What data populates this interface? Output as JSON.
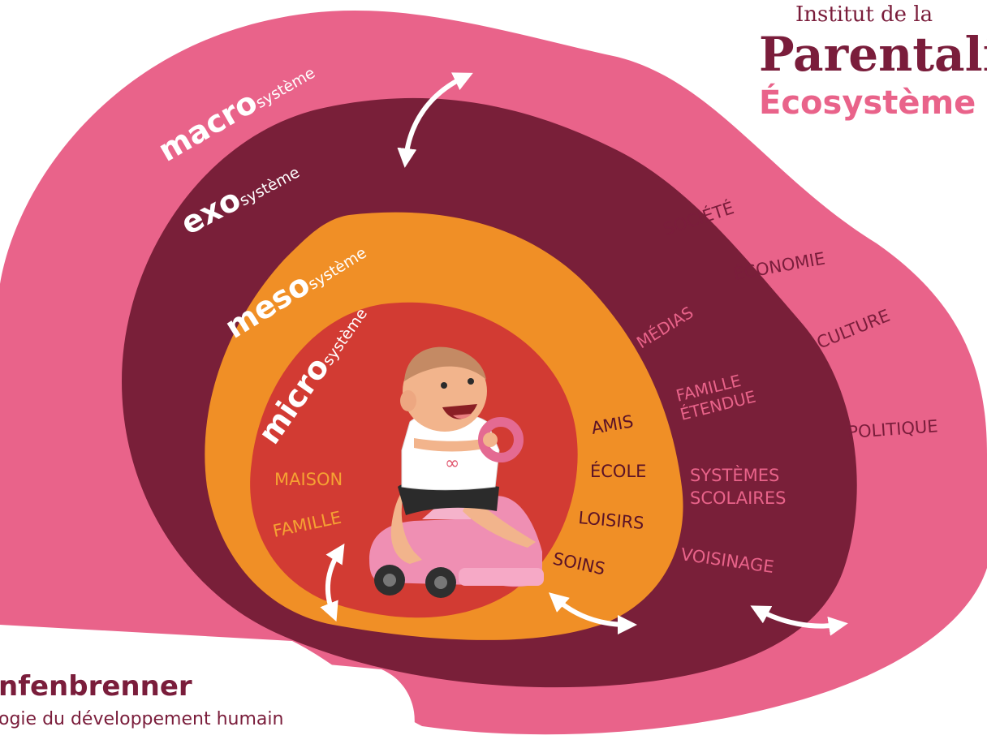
{
  "brand": {
    "line1": "Institut de la",
    "line2": "Parentalit",
    "line3": "Écosystème"
  },
  "layers": {
    "macro": {
      "prefix": "macro",
      "suffix": "système",
      "items": [
        "SOCIÉTÉ",
        "ÉCONOMIE",
        "CULTURE",
        "POLITIQUE"
      ]
    },
    "exo": {
      "prefix": "exo",
      "suffix": "système",
      "items": [
        "MÉDIAS",
        "FAMILLE",
        "ÉTENDUE",
        "SYSTÈMES",
        "SCOLAIRES",
        "VOISINAGE"
      ]
    },
    "meso": {
      "prefix": "meso",
      "suffix": "système",
      "items": [
        "AMIS",
        "ÉCOLE",
        "LOISIRS",
        "SOINS"
      ]
    },
    "micro": {
      "prefix": "micro",
      "suffix": "système",
      "items": [
        "MAISON",
        "FAMILLE"
      ]
    }
  },
  "caption": {
    "title": "nfenbrenner",
    "subtitle": "ogie du développement humain"
  },
  "colors": {
    "macro": "#e9638a",
    "exo": "#791f39",
    "meso": "#f08f26",
    "micro": "#d23b33",
    "brand_dark": "#7a1d3b",
    "brand_pink": "#e9638a",
    "orange_text": "#f5a133"
  },
  "icons": [
    "double-arrow-icon",
    "infinity-logo-icon",
    "baby-illustration",
    "toy-car-illustration",
    "donut-toy-icon"
  ]
}
